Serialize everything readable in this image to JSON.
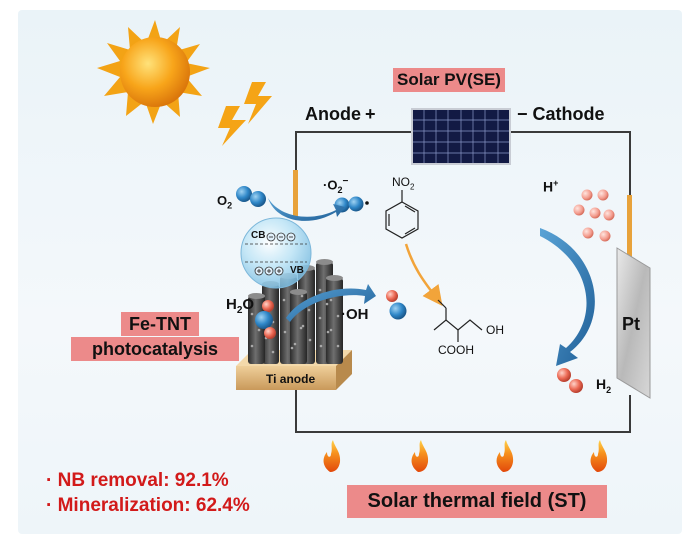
{
  "labels": {
    "solar_pv": "Solar PV(SE)",
    "anode": "Anode",
    "plus": "+",
    "minus": "−",
    "cathode": "Cathode",
    "o2": "O",
    "o2_sub": "2",
    "superoxide": "·O",
    "superoxide_sub": "2",
    "superoxide_sup": "−",
    "no2": "NO",
    "no2_sub": "2",
    "h_plus": "H",
    "h_plus_sup": "+",
    "cb": "CB",
    "vb": "VB",
    "h2o": "H",
    "h2o_sub": "2",
    "h2o_o": "O",
    "oh_radical": "·OH",
    "oh_group": "OH",
    "cooh_group": "COOH",
    "pt": "Pt",
    "ti_anode": "Ti anode",
    "h2": "H",
    "h2_sub": "2",
    "fe_tnt": "Fe-TNT",
    "photocatalysis": "photocatalysis",
    "solar_thermal": "Solar thermal field (ST)"
  },
  "stats": [
    "· NB removal: 92.1%",
    "· Mineralization: 62.4%"
  ],
  "colors": {
    "tag_bg": "#ec8a8a",
    "stat_text": "#d21a1a",
    "wire": "#3a3a3a",
    "arrow_blue": "#2b6faa",
    "arrow_orange": "#f2a43a",
    "sun": "#f5a416",
    "oxygen_atom": "#2f87c8",
    "hydrogen_atom": "#e8614f"
  }
}
